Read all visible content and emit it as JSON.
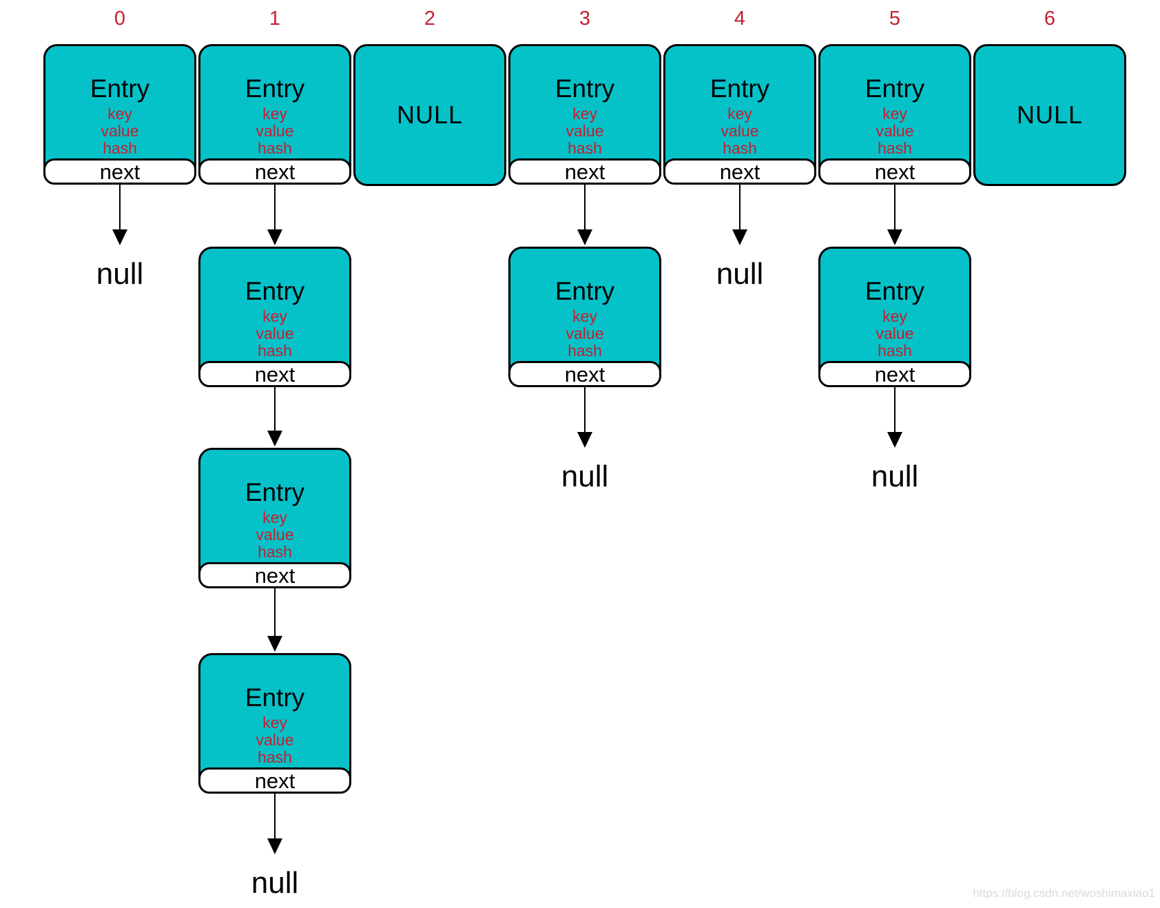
{
  "diagram": {
    "title_label": "Entry",
    "field_labels": [
      "key",
      "value",
      "hash"
    ],
    "next_label": "next",
    "empty_bucket_label": "NULL",
    "null_terminator_label": "null",
    "bucket_indices": [
      "0",
      "1",
      "2",
      "3",
      "4",
      "5",
      "6"
    ],
    "buckets": [
      {
        "index": "0",
        "kind": "entry",
        "extra_entries": 0,
        "terminates_with_null": true
      },
      {
        "index": "1",
        "kind": "entry",
        "extra_entries": 3,
        "terminates_with_null": true
      },
      {
        "index": "2",
        "kind": "null"
      },
      {
        "index": "3",
        "kind": "entry",
        "extra_entries": 1,
        "terminates_with_null": true
      },
      {
        "index": "4",
        "kind": "entry",
        "extra_entries": 0,
        "terminates_with_null": true
      },
      {
        "index": "5",
        "kind": "entry",
        "extra_entries": 1,
        "terminates_with_null": true
      },
      {
        "index": "6",
        "kind": "null"
      }
    ],
    "colors": {
      "box_fill": "#05c2c9",
      "accent_red": "#c32030",
      "outline": "#000000",
      "watermark": "#dadada"
    }
  },
  "watermark": {
    "text": "https://blog.csdn.net/woshimaxiao1"
  }
}
